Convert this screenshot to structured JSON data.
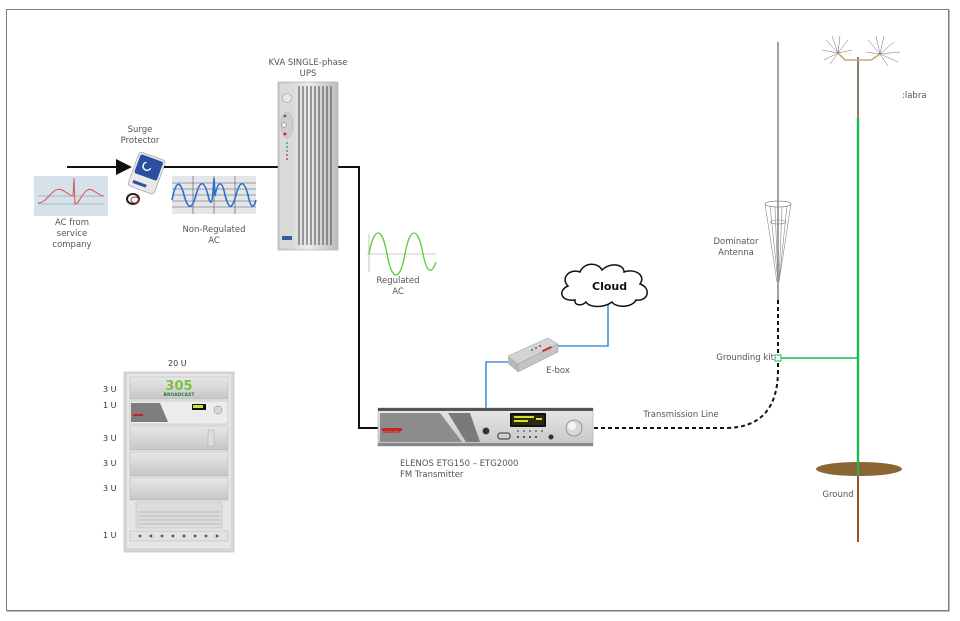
{
  "diagram": {
    "title": "FM transmitter site power and signal chain",
    "labels": {
      "ac_source": "AC from\nservice\ncompany",
      "surge_protector": "Surge\nProtector",
      "non_regulated_ac": "Non-Regulated\nAC",
      "ups": "KVA SINGLE-phase\nUPS",
      "regulated_ac": "Regulated\nAC",
      "cloud": "Cloud",
      "ebox": "E-box",
      "transmitter": "ELENOS ETG150 – ETG2000\n     FM Transmitter",
      "transmission_line": "Transmission Line",
      "dominator_antenna": "Dominator\nAntenna",
      "grounding_kit": "Grounding kit",
      "candelabra": ":labra",
      "ground": "Ground"
    },
    "rack": {
      "total_label": "20 U",
      "units": [
        "3 U",
        "1 U",
        "3 U",
        "3 U",
        "3 U",
        "1 U"
      ],
      "brand_logo": "305",
      "brand_sub": "BROADCAST"
    },
    "transmitter_brand": "ELENOS",
    "colors": {
      "power_line": "#111111",
      "network_line": "#4a90d9",
      "ground_line": "#1db954",
      "ground_rod": "#a0522d",
      "ground_disc": "#8b6534",
      "wave_red": "#d9534f",
      "wave_blue": "#2a6fd6",
      "wave_green": "#5cc93a"
    },
    "icons": [
      "arrow-right-icon",
      "cloud-icon",
      "sine-wave-icon"
    ]
  }
}
